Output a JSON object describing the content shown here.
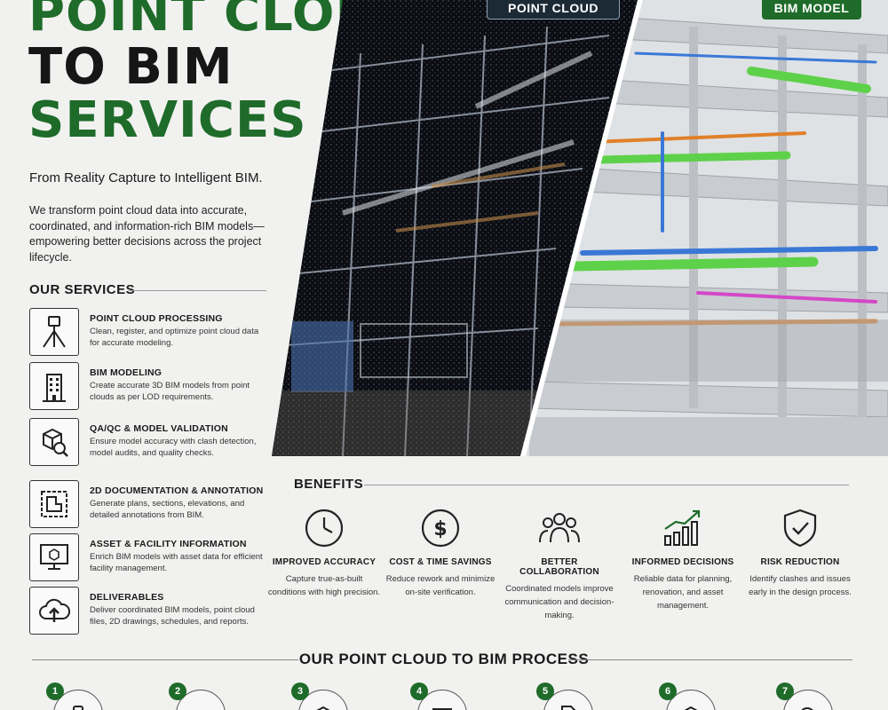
{
  "header": {
    "title_line1": "POINT CLOUD",
    "title_line2": "TO BIM",
    "title_line3": "SERVICES",
    "tagline": "From Reality Capture to Intelligent BIM.",
    "intro": "We transform point cloud data into accurate, coordinated, and information-rich BIM models—empowering better decisions across the project lifecycle."
  },
  "badges": {
    "point_cloud": "POINT CLOUD",
    "bim_model": "BIM MODEL"
  },
  "services": {
    "heading": "OUR SERVICES",
    "items": [
      {
        "title": "POINT CLOUD PROCESSING",
        "desc": "Clean, register, and optimize point cloud data for accurate modeling.",
        "icon": "survey-tripod-icon"
      },
      {
        "title": "BIM MODELING",
        "desc": "Create accurate 3D BIM models from point clouds as per LOD requirements.",
        "icon": "building-icon"
      },
      {
        "title": "QA/QC & MODEL VALIDATION",
        "desc": "Ensure model accuracy with clash detection, model audits, and quality checks.",
        "icon": "cube-magnifier-icon"
      },
      {
        "title": "2D DOCUMENTATION & ANNOTATION",
        "desc": "Generate plans, sections, elevations, and detailed annotations from BIM.",
        "icon": "floor-plan-icon"
      },
      {
        "title": "ASSET & FACILITY INFORMATION",
        "desc": "Enrich BIM models with asset data for efficient facility management.",
        "icon": "monitor-cube-icon"
      },
      {
        "title": "DELIVERABLES",
        "desc": "Deliver coordinated BIM models, point cloud files, 2D drawings, schedules, and reports.",
        "icon": "cloud-upload-icon"
      }
    ]
  },
  "benefits": {
    "heading": "BENEFITS",
    "items": [
      {
        "title": "IMPROVED ACCURACY",
        "desc": "Capture true-as-built conditions with high precision.",
        "icon": "clock-icon"
      },
      {
        "title": "COST & TIME SAVINGS",
        "desc": "Reduce rework and minimize on-site verification.",
        "icon": "dollar-icon"
      },
      {
        "title": "BETTER COLLABORATION",
        "desc": "Coordinated models improve communication and decision-making.",
        "icon": "people-group-icon"
      },
      {
        "title": "INFORMED DECISIONS",
        "desc": "Reliable data for planning, renovation, and asset management.",
        "icon": "growth-chart-icon"
      },
      {
        "title": "RISK REDUCTION",
        "desc": "Identify clashes and issues early in the design process.",
        "icon": "shield-check-icon"
      }
    ]
  },
  "process": {
    "heading": "OUR POINT CLOUD TO BIM PROCESS",
    "steps": [
      {
        "num": "1",
        "icon": "scanner-icon"
      },
      {
        "num": "2",
        "icon": "point-grid-icon"
      },
      {
        "num": "3",
        "icon": "box-icon"
      },
      {
        "num": "4",
        "icon": "blueprint-icon"
      },
      {
        "num": "5",
        "icon": "document-icon"
      },
      {
        "num": "6",
        "icon": "cube-icon"
      },
      {
        "num": "7",
        "icon": "search-icon"
      }
    ]
  },
  "colors": {
    "brand_green": "#1f6b2a",
    "dark_text": "#1a1a1a",
    "background": "#f1f2f0"
  }
}
